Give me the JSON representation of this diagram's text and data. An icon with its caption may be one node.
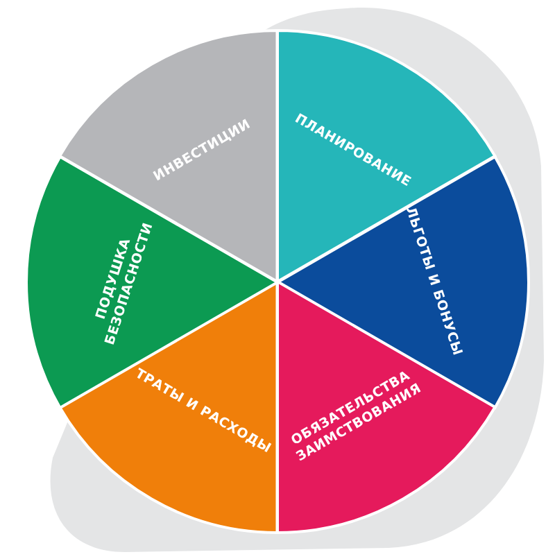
{
  "diagram": {
    "nodes": [
      {
        "text": [
          "ПЛАНИРОВАНИЕ"
        ]
      },
      {
        "text": [
          "ЛЬГОТЫ И БОНУСЫ"
        ]
      },
      {
        "text": [
          "ОБЯЗАТЕЛЬСТВА ЗАИМСТВОВАНИЯ"
        ]
      },
      {
        "text": [
          "ТРАТЫ И РАСХОДЫ"
        ]
      },
      {
        "text": [
          "ПОДУШКА БЕЗОПАСНОСТИ"
        ]
      },
      {
        "text": [
          "ИНВЕСТИЦИИ"
        ]
      }
    ]
  }
}
